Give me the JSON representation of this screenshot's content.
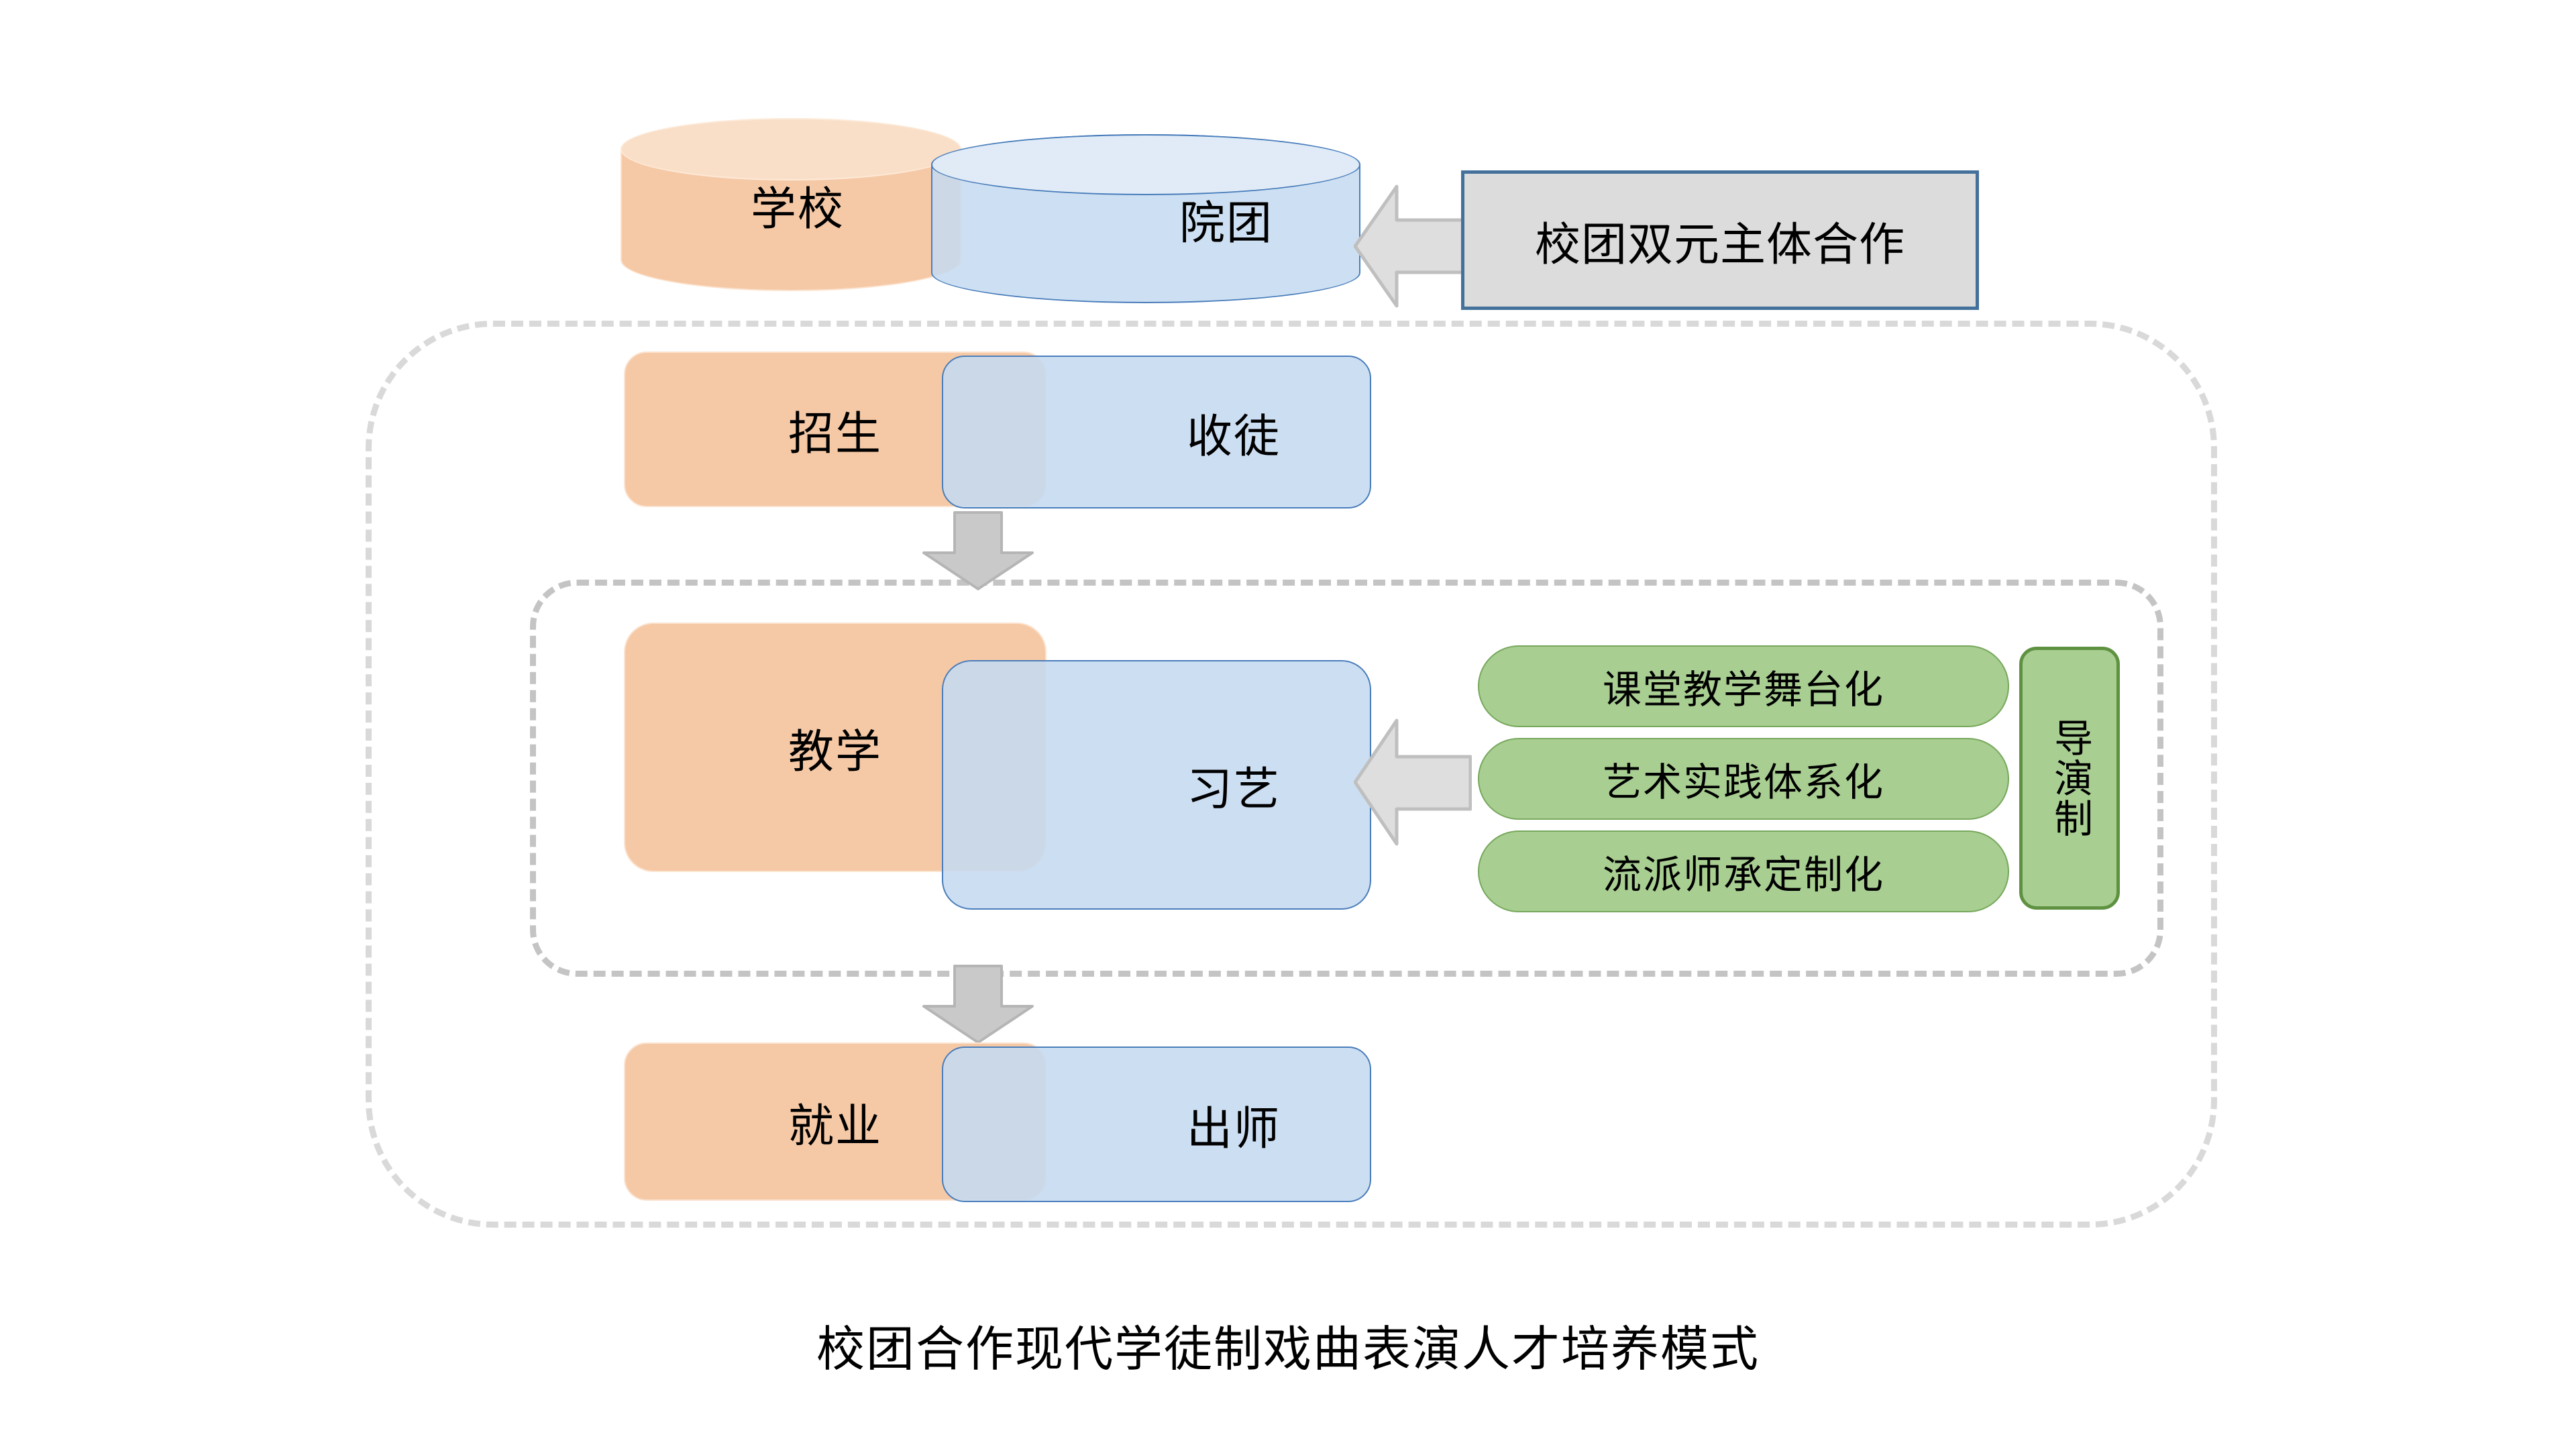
{
  "diagram": {
    "caption": "校团合作现代学徒制戏曲表演人才培养模式",
    "top_partners": {
      "school": "学校",
      "troupe": "院团",
      "callout": "校团双元主体合作"
    },
    "stages": [
      {
        "school_side": "招生",
        "troupe_side": "收徒"
      },
      {
        "school_side": "教学",
        "troupe_side": "习艺"
      },
      {
        "school_side": "就业",
        "troupe_side": "出师"
      }
    ],
    "teaching_methods": [
      "课堂教学舞台化",
      "艺术实践体系化",
      "流派师承定制化"
    ],
    "director_system": "导演制",
    "colors": {
      "school_orange": "#f6c9a6",
      "troupe_blue": "#c5daf0",
      "troupe_border": "#4a7ebb",
      "method_green": "#a8ce92",
      "method_green_border": "#77a85c",
      "director_border": "#5f9240",
      "callout_fill": "#dcdcdc",
      "callout_border": "#44719b",
      "arrow_gray": "#d9d9d9",
      "arrow_gray_border": "#bfbfbf",
      "dashed_gray": "#d9d9d9",
      "background": "#ffffff"
    },
    "icons": {
      "down_arrow": "arrow-down-icon",
      "left_arrow": "arrow-left-icon"
    }
  }
}
